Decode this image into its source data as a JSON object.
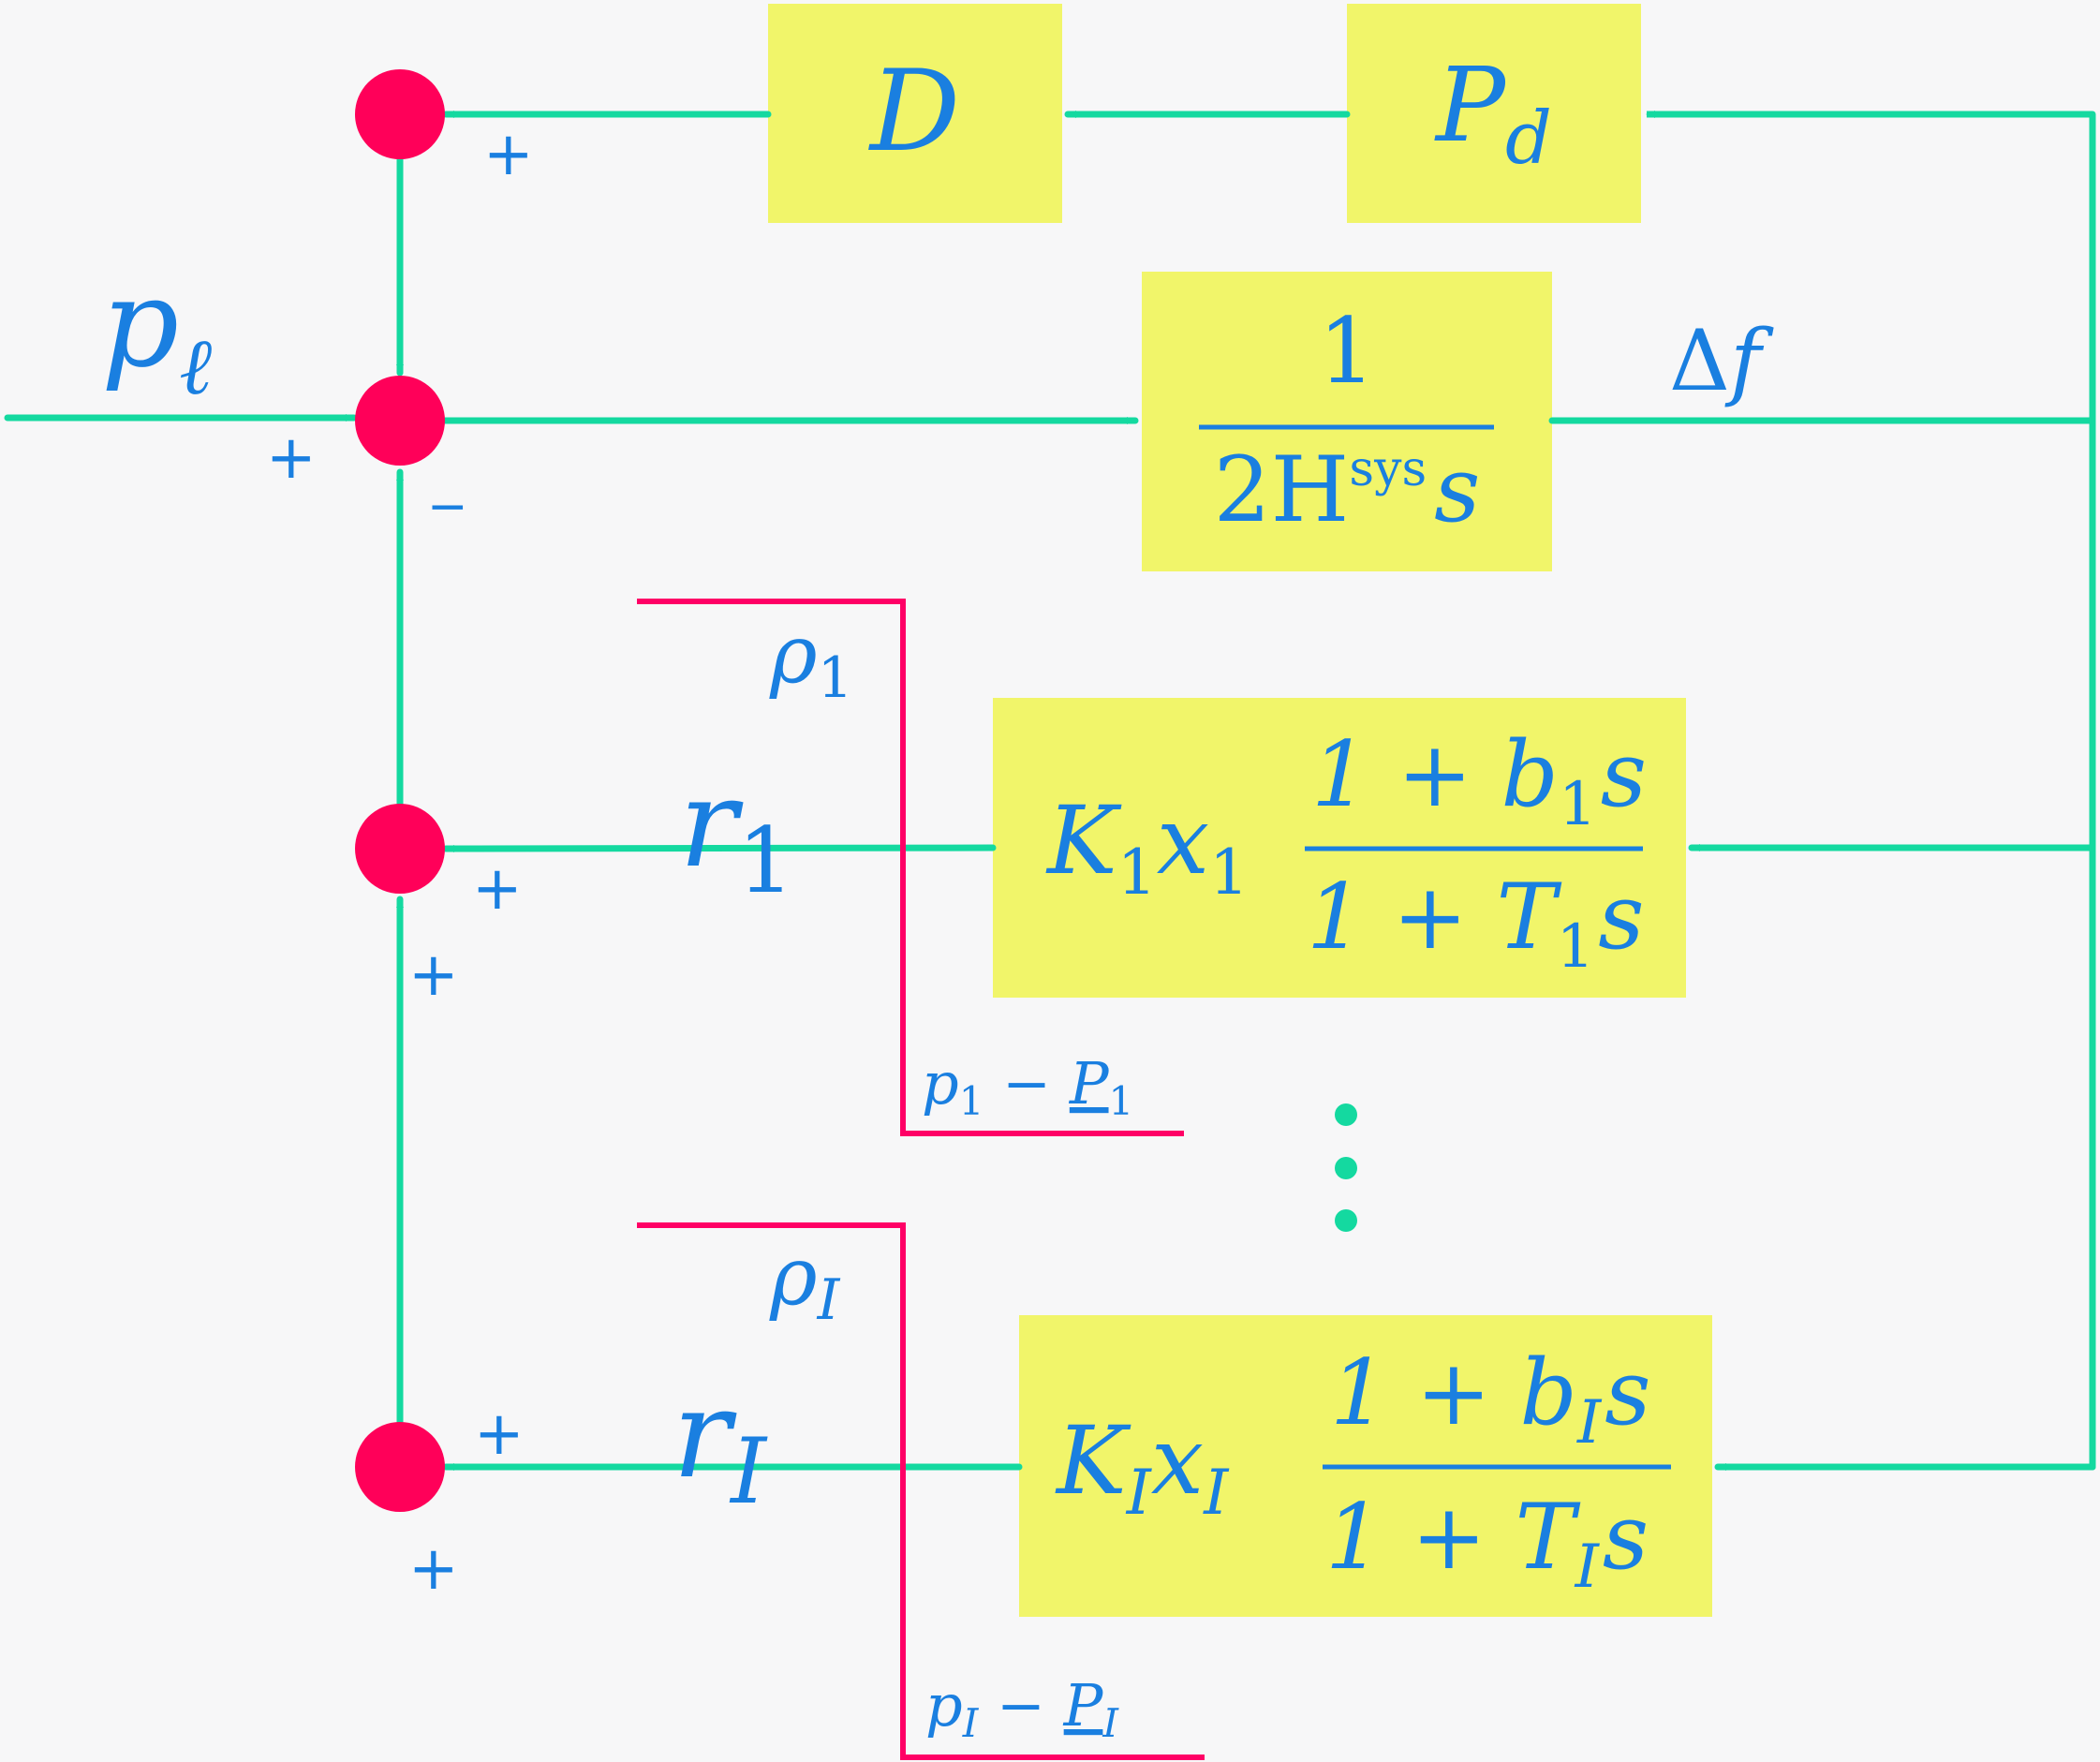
{
  "colors": {
    "background": "#f7f7f8",
    "wire": "#14d9a0",
    "block": "#f1f56a",
    "summing_node": "#ff0059",
    "saturation": "#ff0066",
    "math_text": "#1a7fe0"
  },
  "blocks": {
    "D": {
      "label": "D"
    },
    "Pd": {
      "base": "P",
      "sub": "d"
    },
    "plant": {
      "num": "1",
      "den_base": "2H",
      "den_sup": "sys",
      "den_var": "s"
    },
    "gen1": {
      "gain": "K",
      "gain_sub": "1",
      "var": "x",
      "var_sub": "1",
      "num_a": "1 + b",
      "num_sub": "1",
      "num_s": "s",
      "den_a": "1 + T",
      "den_sub": "1",
      "den_s": "s"
    },
    "genI": {
      "gain": "K",
      "gain_sub": "I",
      "var": "x",
      "var_sub": "I",
      "num_a": "1 + b",
      "num_sub": "I",
      "num_s": "s",
      "den_a": "1 + T",
      "den_sub": "I",
      "den_s": "s"
    }
  },
  "signals": {
    "load": {
      "base": "p",
      "sub": "ℓ"
    },
    "freq": {
      "delta": "Δ",
      "var": "f"
    },
    "r1": {
      "base": "r",
      "sub": "1"
    },
    "rI": {
      "base": "r",
      "sub": "I"
    }
  },
  "saturations": {
    "s1": {
      "upper_base": "ρ",
      "upper_sub": "1",
      "lower_a": "p",
      "lower_a_sub": "1",
      "minus": " − ",
      "lower_b": "P",
      "lower_b_sub": "1"
    },
    "sI": {
      "upper_base": "ρ",
      "upper_sub": "I",
      "lower_a": "p",
      "lower_a_sub": "I",
      "minus": " − ",
      "lower_b": "P",
      "lower_b_sub": "I"
    }
  },
  "signs": {
    "top_node_in": "+",
    "main_node_load": "+",
    "main_node_feedback": "−",
    "node1_right": "+",
    "node1_below": "+",
    "nodeI_right": "+",
    "nodeI_below": "+"
  }
}
